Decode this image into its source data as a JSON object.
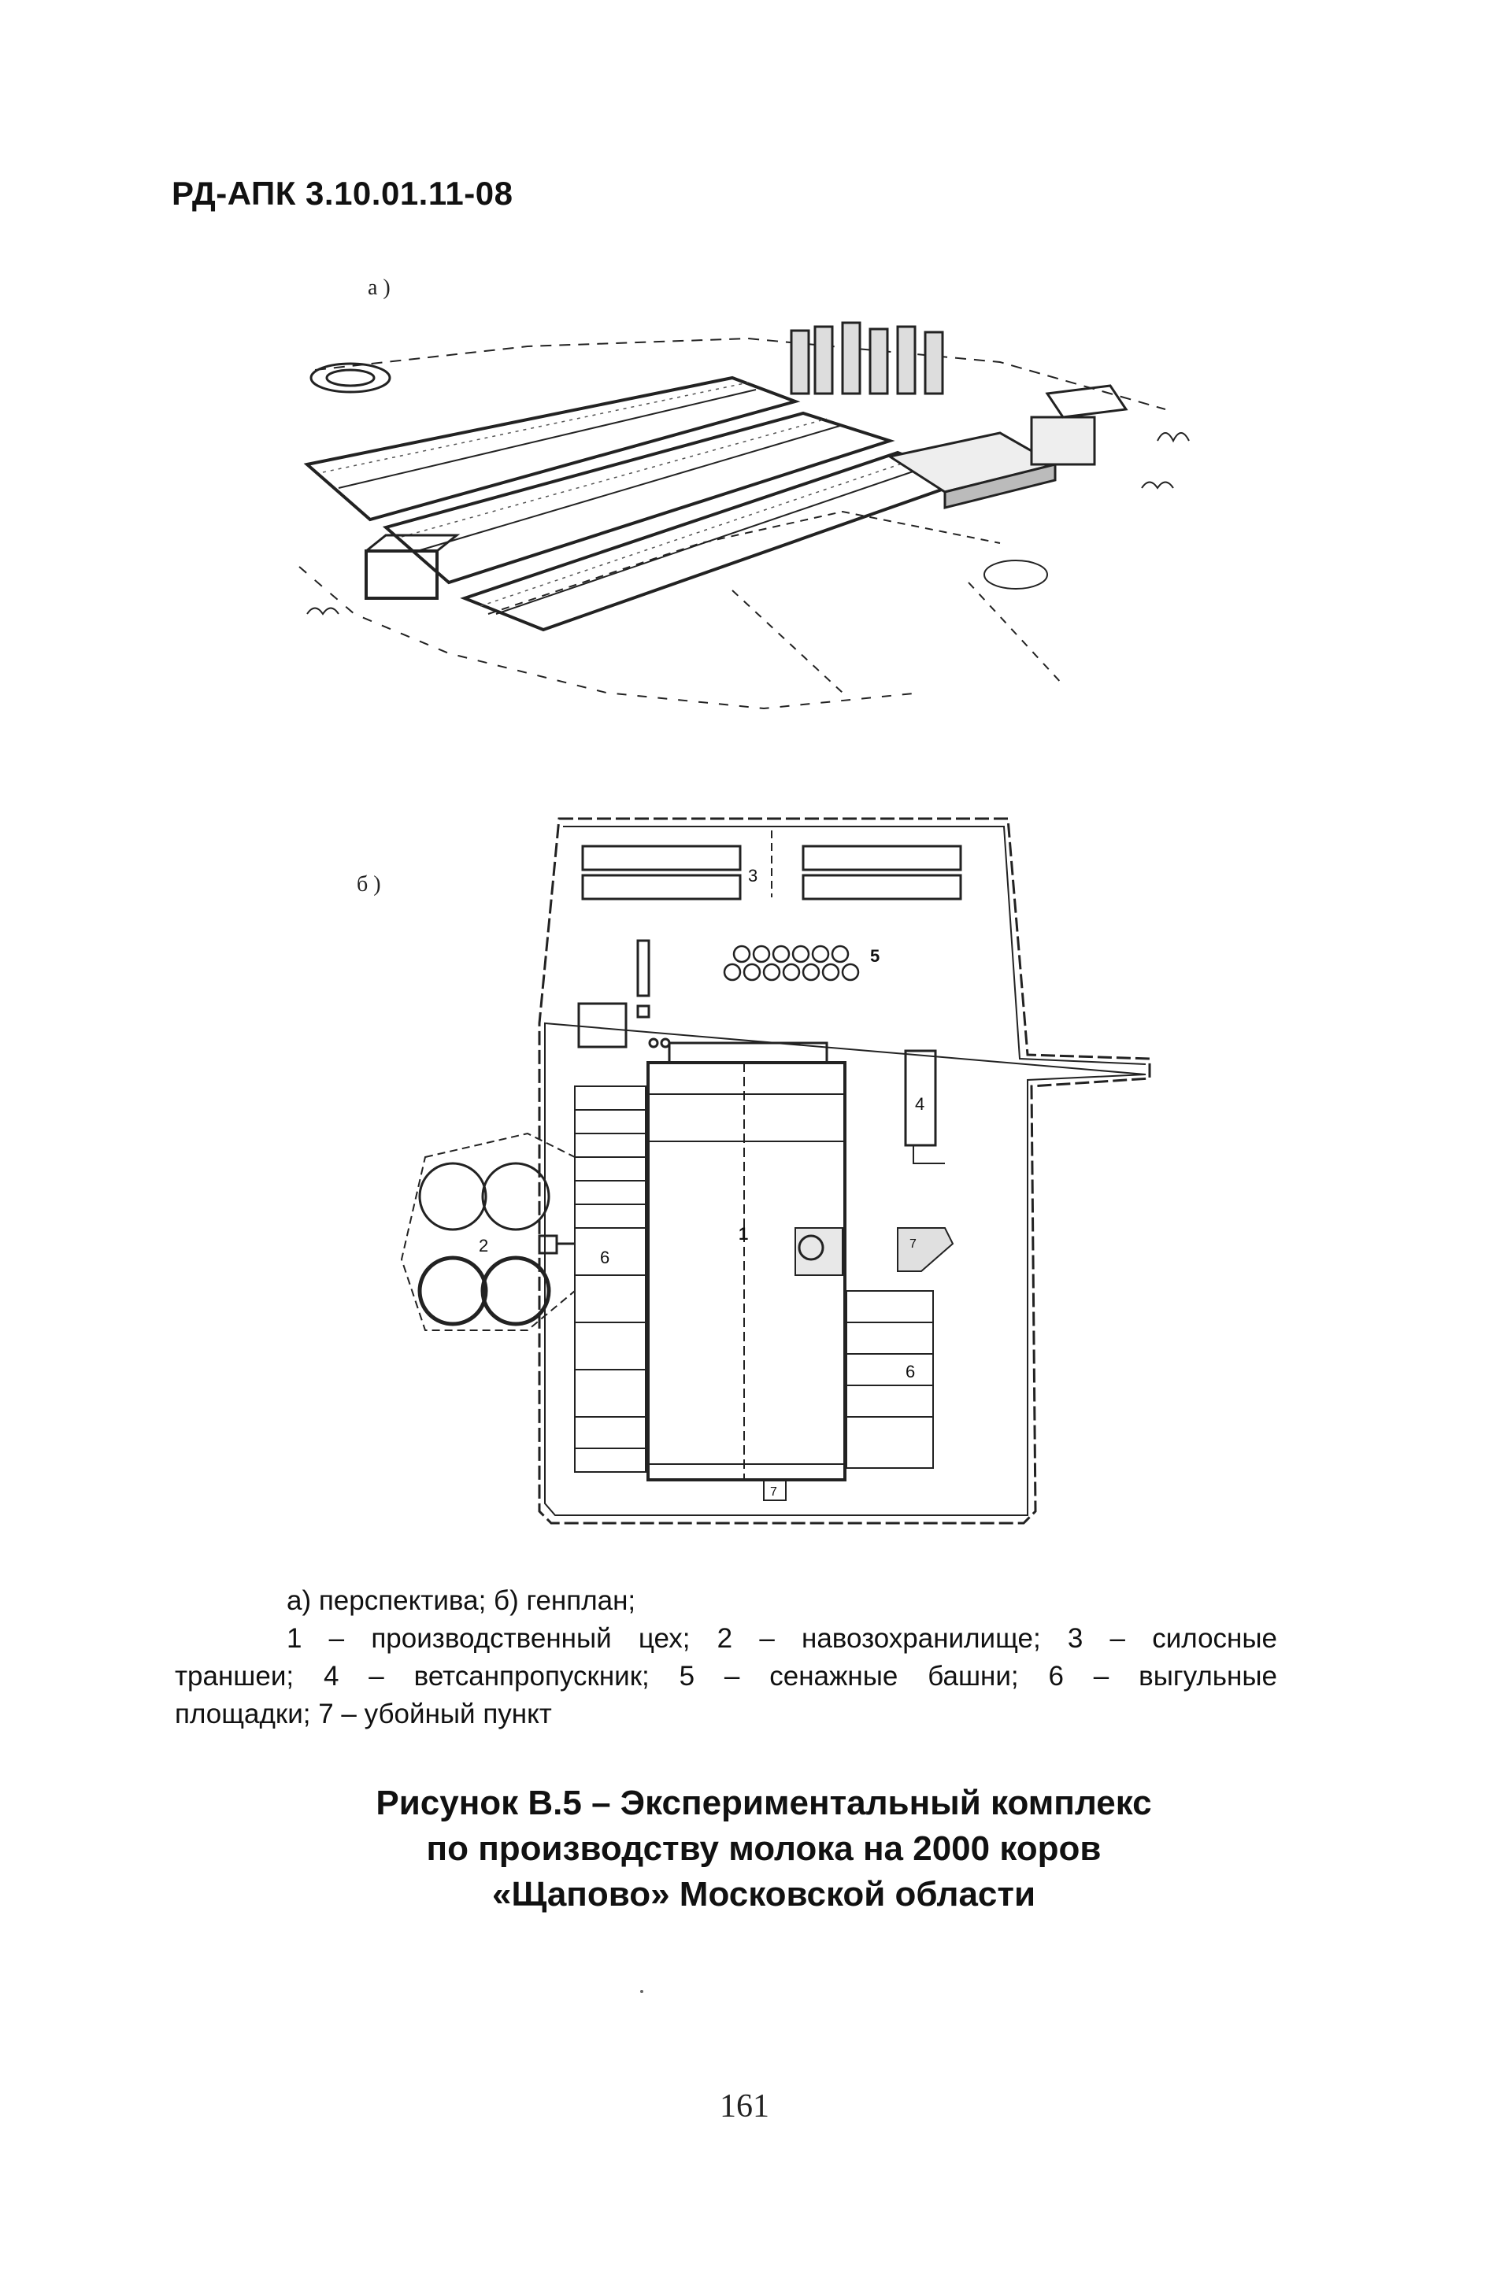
{
  "header": {
    "doc_code": "РД-АПК 3.10.01.11-08"
  },
  "figure": {
    "panel_a_label": "а )",
    "panel_b_label": "б )",
    "plan_labels": {
      "n1": "1",
      "n2": "2",
      "n3": "3",
      "n4": "4",
      "n5": "5",
      "n6_left": "6",
      "n6_right": "6",
      "n7_slaughter": "7",
      "n7_gate": "7"
    }
  },
  "caption": {
    "line1": "а) перспектива; б) генплан;",
    "line2": "1 – производственный цех; 2 – навозохранилище; 3 – силосные",
    "line3": "траншеи; 4 – ветсанпропускник; 5 – сенажные башни; 6 – выгульные",
    "line4": "площадки; 7 – убойный пункт"
  },
  "figure_title": {
    "line1": "Рисунок В.5 – Экспериментальный комплекс",
    "line2": "по производству молока на 2000 коров",
    "line3": "«Щапово» Московской области"
  },
  "page_number": "161"
}
